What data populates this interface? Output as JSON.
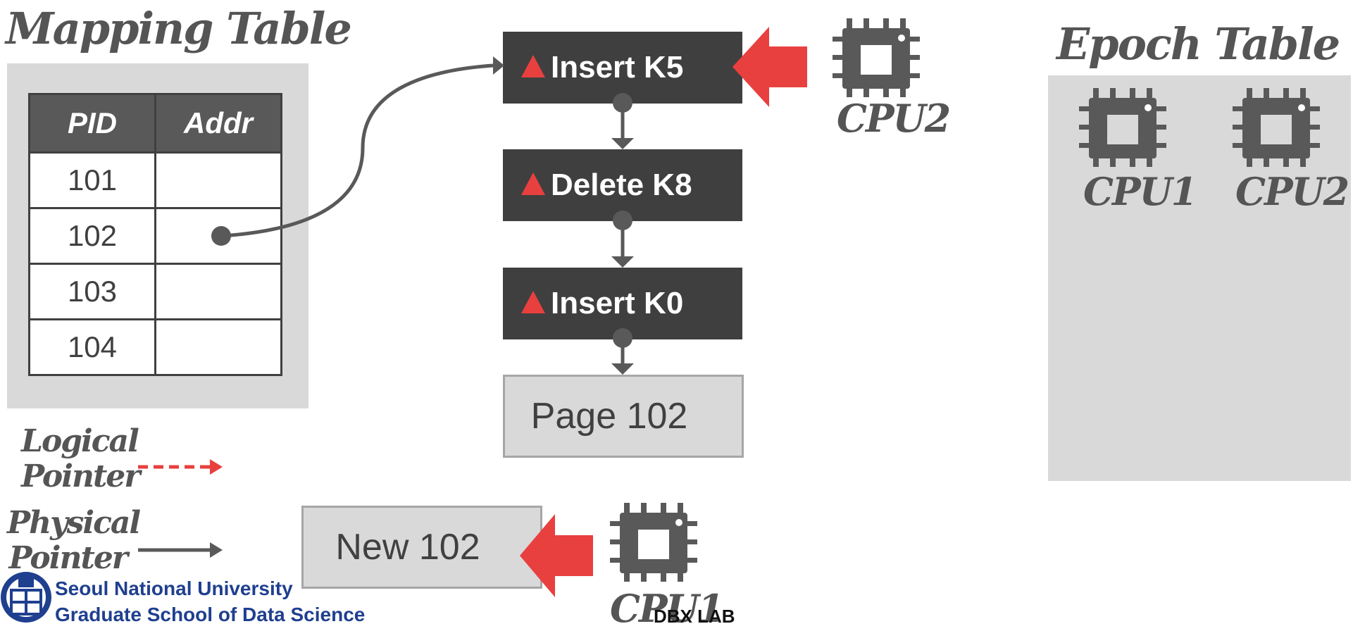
{
  "mapping_table": {
    "title": "Mapping Table",
    "headers": [
      "PID",
      "Addr"
    ],
    "rows": [
      {
        "pid": "101",
        "addr": ""
      },
      {
        "pid": "102",
        "addr": ""
      },
      {
        "pid": "103",
        "addr": ""
      },
      {
        "pid": "104",
        "addr": ""
      }
    ]
  },
  "delta_chain": [
    {
      "label": "Insert K5"
    },
    {
      "label": "Delete K8"
    },
    {
      "label": "Insert K0"
    }
  ],
  "base_page": {
    "label": "Page 102"
  },
  "new_page": {
    "label": "New 102"
  },
  "cpus": {
    "top": "CPU2",
    "bottom": "CPU1"
  },
  "epoch_table": {
    "title": "Epoch Table",
    "cpus": [
      "CPU1",
      "CPU2"
    ]
  },
  "legend": {
    "logical": {
      "line1": "Logical",
      "line2": "Pointer",
      "color": "#e8403f"
    },
    "physical": {
      "line1": "Physical",
      "line2": "Pointer",
      "color": "#595959"
    }
  },
  "footer": {
    "line1": "Seoul National University",
    "line2": "Graduate School of Data Science",
    "lab": "DBX LAB"
  },
  "colors": {
    "delta_bg": "#3f3f3f",
    "accent_red": "#e8403f",
    "panel_gray": "#d9d9d9",
    "cpu_gray": "#595959"
  }
}
